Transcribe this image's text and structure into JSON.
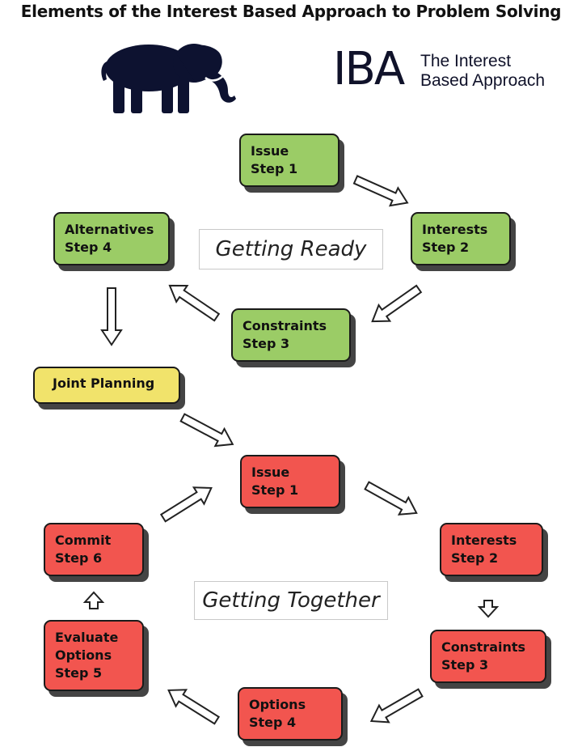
{
  "title": "Elements of the Interest Based Approach to Problem Solving",
  "logo": {
    "mark": "IBA",
    "line1": "The Interest",
    "line2": "Based Approach"
  },
  "getting_ready": {
    "label": "Getting Ready",
    "issue": {
      "name": "Issue",
      "step": "Step 1"
    },
    "interests": {
      "name": "Interests",
      "step": "Step 2"
    },
    "constraints": {
      "name": "Constraints",
      "step": "Step 3"
    },
    "alternatives": {
      "name": "Alternatives",
      "step": "Step 4"
    }
  },
  "joint_planning": {
    "name": "Joint Planning"
  },
  "getting_together": {
    "label": "Getting Together",
    "issue": {
      "name": "Issue",
      "step": "Step 1"
    },
    "interests": {
      "name": "Interests",
      "step": "Step 2"
    },
    "constraints": {
      "name": "Constraints",
      "step": "Step 3"
    },
    "options": {
      "name": "Options",
      "step": "Step 4"
    },
    "evaluate": {
      "name1": "Evaluate",
      "name2": "Options",
      "step": "Step 5"
    },
    "commit": {
      "name": "Commit",
      "step": "Step 6"
    }
  },
  "colors": {
    "green": "#9bcc66",
    "red": "#f2554f",
    "yellow": "#f1e36b",
    "logo": "#10122a"
  },
  "icons": [
    "elephant-logo-icon"
  ]
}
